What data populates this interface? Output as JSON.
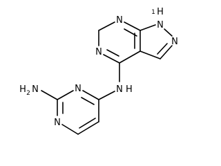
{
  "molecule": {
    "atoms": {
      "n1h": {
        "label": "N",
        "prefix": "1",
        "suffix": "H"
      },
      "n2": {
        "label": "N"
      },
      "n5": {
        "label": "N"
      },
      "n7": {
        "label": "N"
      },
      "nh": {
        "label": "N",
        "suffix": "H"
      },
      "nh2": {
        "label": "H",
        "sub": "2",
        "suffix": "N"
      },
      "pn1": {
        "label": "N"
      },
      "pn3": {
        "label": "N"
      }
    }
  }
}
